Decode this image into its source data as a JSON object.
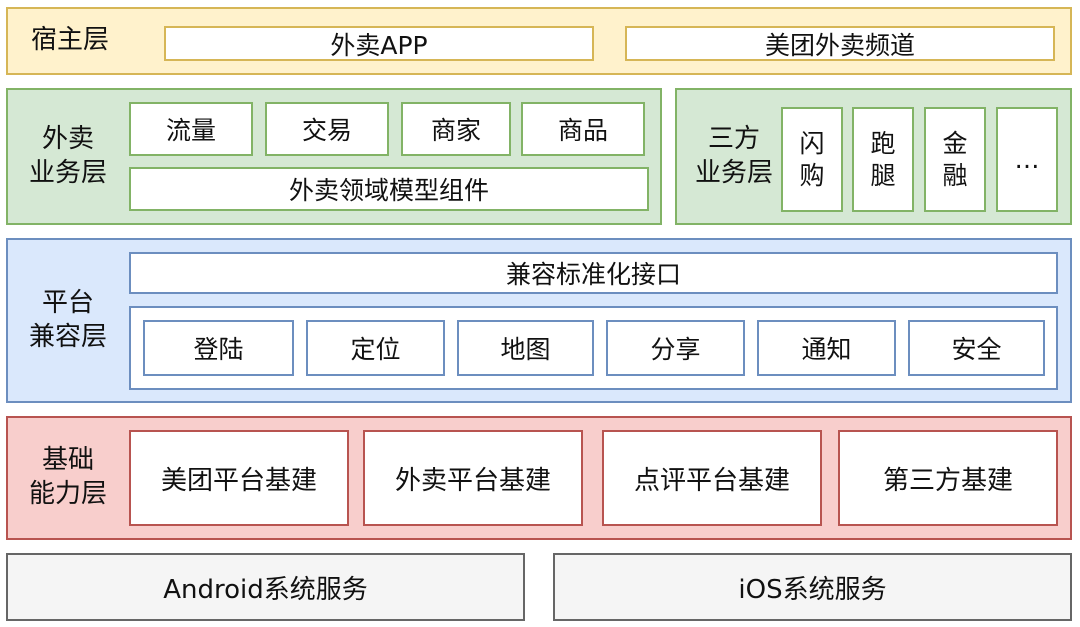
{
  "host_layer": {
    "label": "宿主层",
    "items": [
      "外卖APP",
      "美团外卖频道"
    ]
  },
  "waimai_layer": {
    "label": "外卖\n业务层",
    "items": [
      "流量",
      "交易",
      "商家",
      "商品"
    ],
    "domain_model": "外卖领域模型组件"
  },
  "third_party_layer": {
    "label": "三方\n业务层",
    "items": [
      "闪\n购",
      "跑\n腿",
      "金\n融",
      "…"
    ]
  },
  "platform_layer": {
    "label": "平台\n兼容层",
    "interface": "兼容标准化接口",
    "items": [
      "登陆",
      "定位",
      "地图",
      "分享",
      "通知",
      "安全"
    ]
  },
  "foundation_layer": {
    "label": "基础\n能力层",
    "items": [
      "美团平台基建",
      "外卖平台基建",
      "点评平台基建",
      "第三方基建"
    ]
  },
  "system_services": {
    "items": [
      "Android系统服务",
      "iOS系统服务"
    ]
  },
  "colors": {
    "host_fill": "#fff2cc",
    "host_stroke": "#d6b656",
    "business_fill": "#d5e8d4",
    "business_stroke": "#82b366",
    "platform_fill": "#dae8fc",
    "platform_stroke": "#6c8ebf",
    "foundation_fill": "#f8cecc",
    "foundation_stroke": "#b85450",
    "system_fill": "#f5f5f5",
    "system_stroke": "#666666"
  }
}
